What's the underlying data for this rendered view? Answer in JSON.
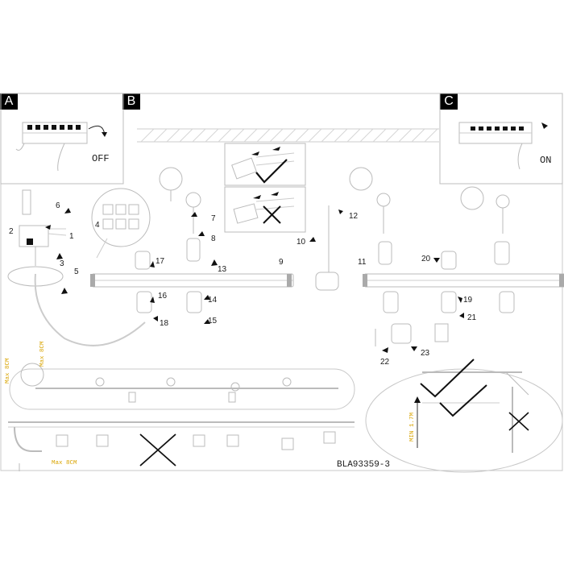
{
  "panels": {
    "a": "A",
    "b": "B",
    "c": "C"
  },
  "switch_labels": {
    "off": "OFF",
    "on": "ON"
  },
  "callouts": [
    "1",
    "2",
    "3",
    "4",
    "5",
    "6",
    "7",
    "8",
    "9",
    "10",
    "11",
    "12",
    "13",
    "14",
    "15",
    "16",
    "17",
    "18",
    "19",
    "20",
    "21",
    "22",
    "23"
  ],
  "dimensions": {
    "ceiling_gap": "Max 8CM",
    "cable_side": "Max 8CM",
    "bottom_gap": "Max 8CM",
    "height": "MIN 1.7M"
  },
  "model_code": "BLA93359-3",
  "marks": {
    "correct": "check",
    "incorrect": "cross"
  },
  "colors": {
    "line": "#b8b8b8",
    "ink": "#111111",
    "dimension": "#d9a400"
  }
}
